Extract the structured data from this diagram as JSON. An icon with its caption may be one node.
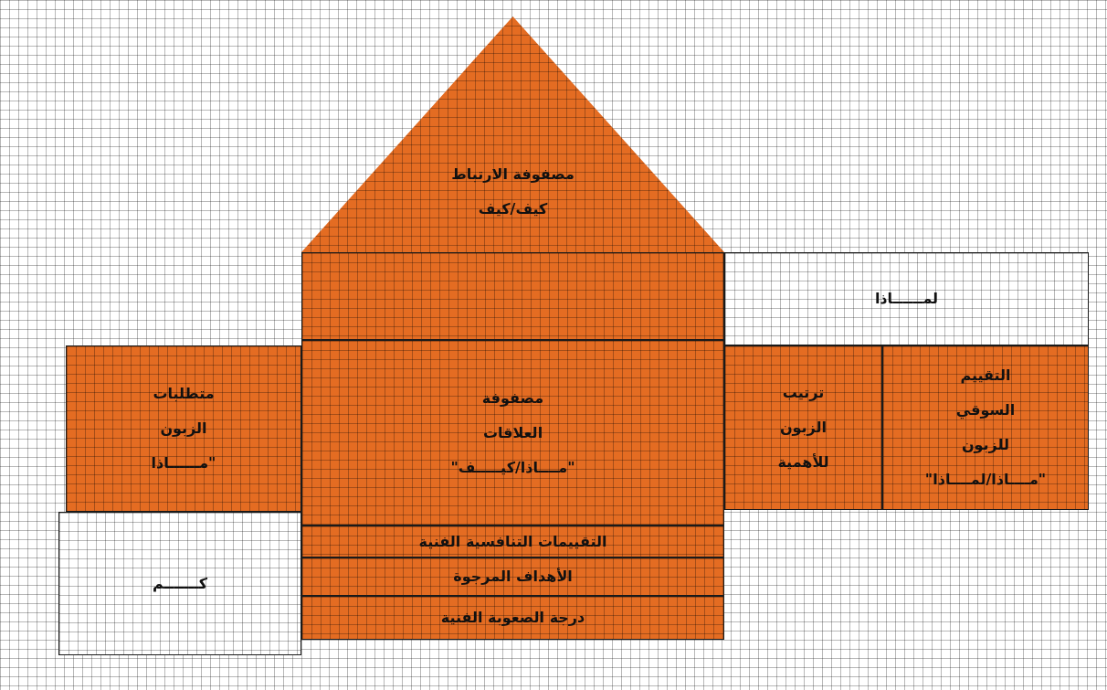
{
  "diagram": {
    "nodes": [
      {
        "text": [
          "مصفوفة الارتباط",
          "كيف/كيف"
        ]
      },
      {
        "text": [],
        "shape": "box"
      },
      {
        "text": [
          "لمــــــاذا"
        ]
      },
      {
        "text": [
          "متطلبات الزبون \"مــــــاذا"
        ]
      },
      {
        "text": [
          "مصفوفة العلاقات \"مــــاذا/كيـــــف\""
        ]
      },
      {
        "text": [
          "ترتيب الزبون للأهمية"
        ]
      },
      {
        "text": [
          "التقييم السوقي للزبون \"مــــاذا/لمــــاذا\""
        ]
      },
      {
        "text": [
          "التقييمات التنافسية الفنية"
        ]
      },
      {
        "text": [
          "الأهداف المرجوة"
        ]
      },
      {
        "text": [
          "درجة الصعوبة الفنية"
        ]
      },
      {
        "text": [
          "كـــــــم"
        ]
      }
    ],
    "edges": []
  }
}
